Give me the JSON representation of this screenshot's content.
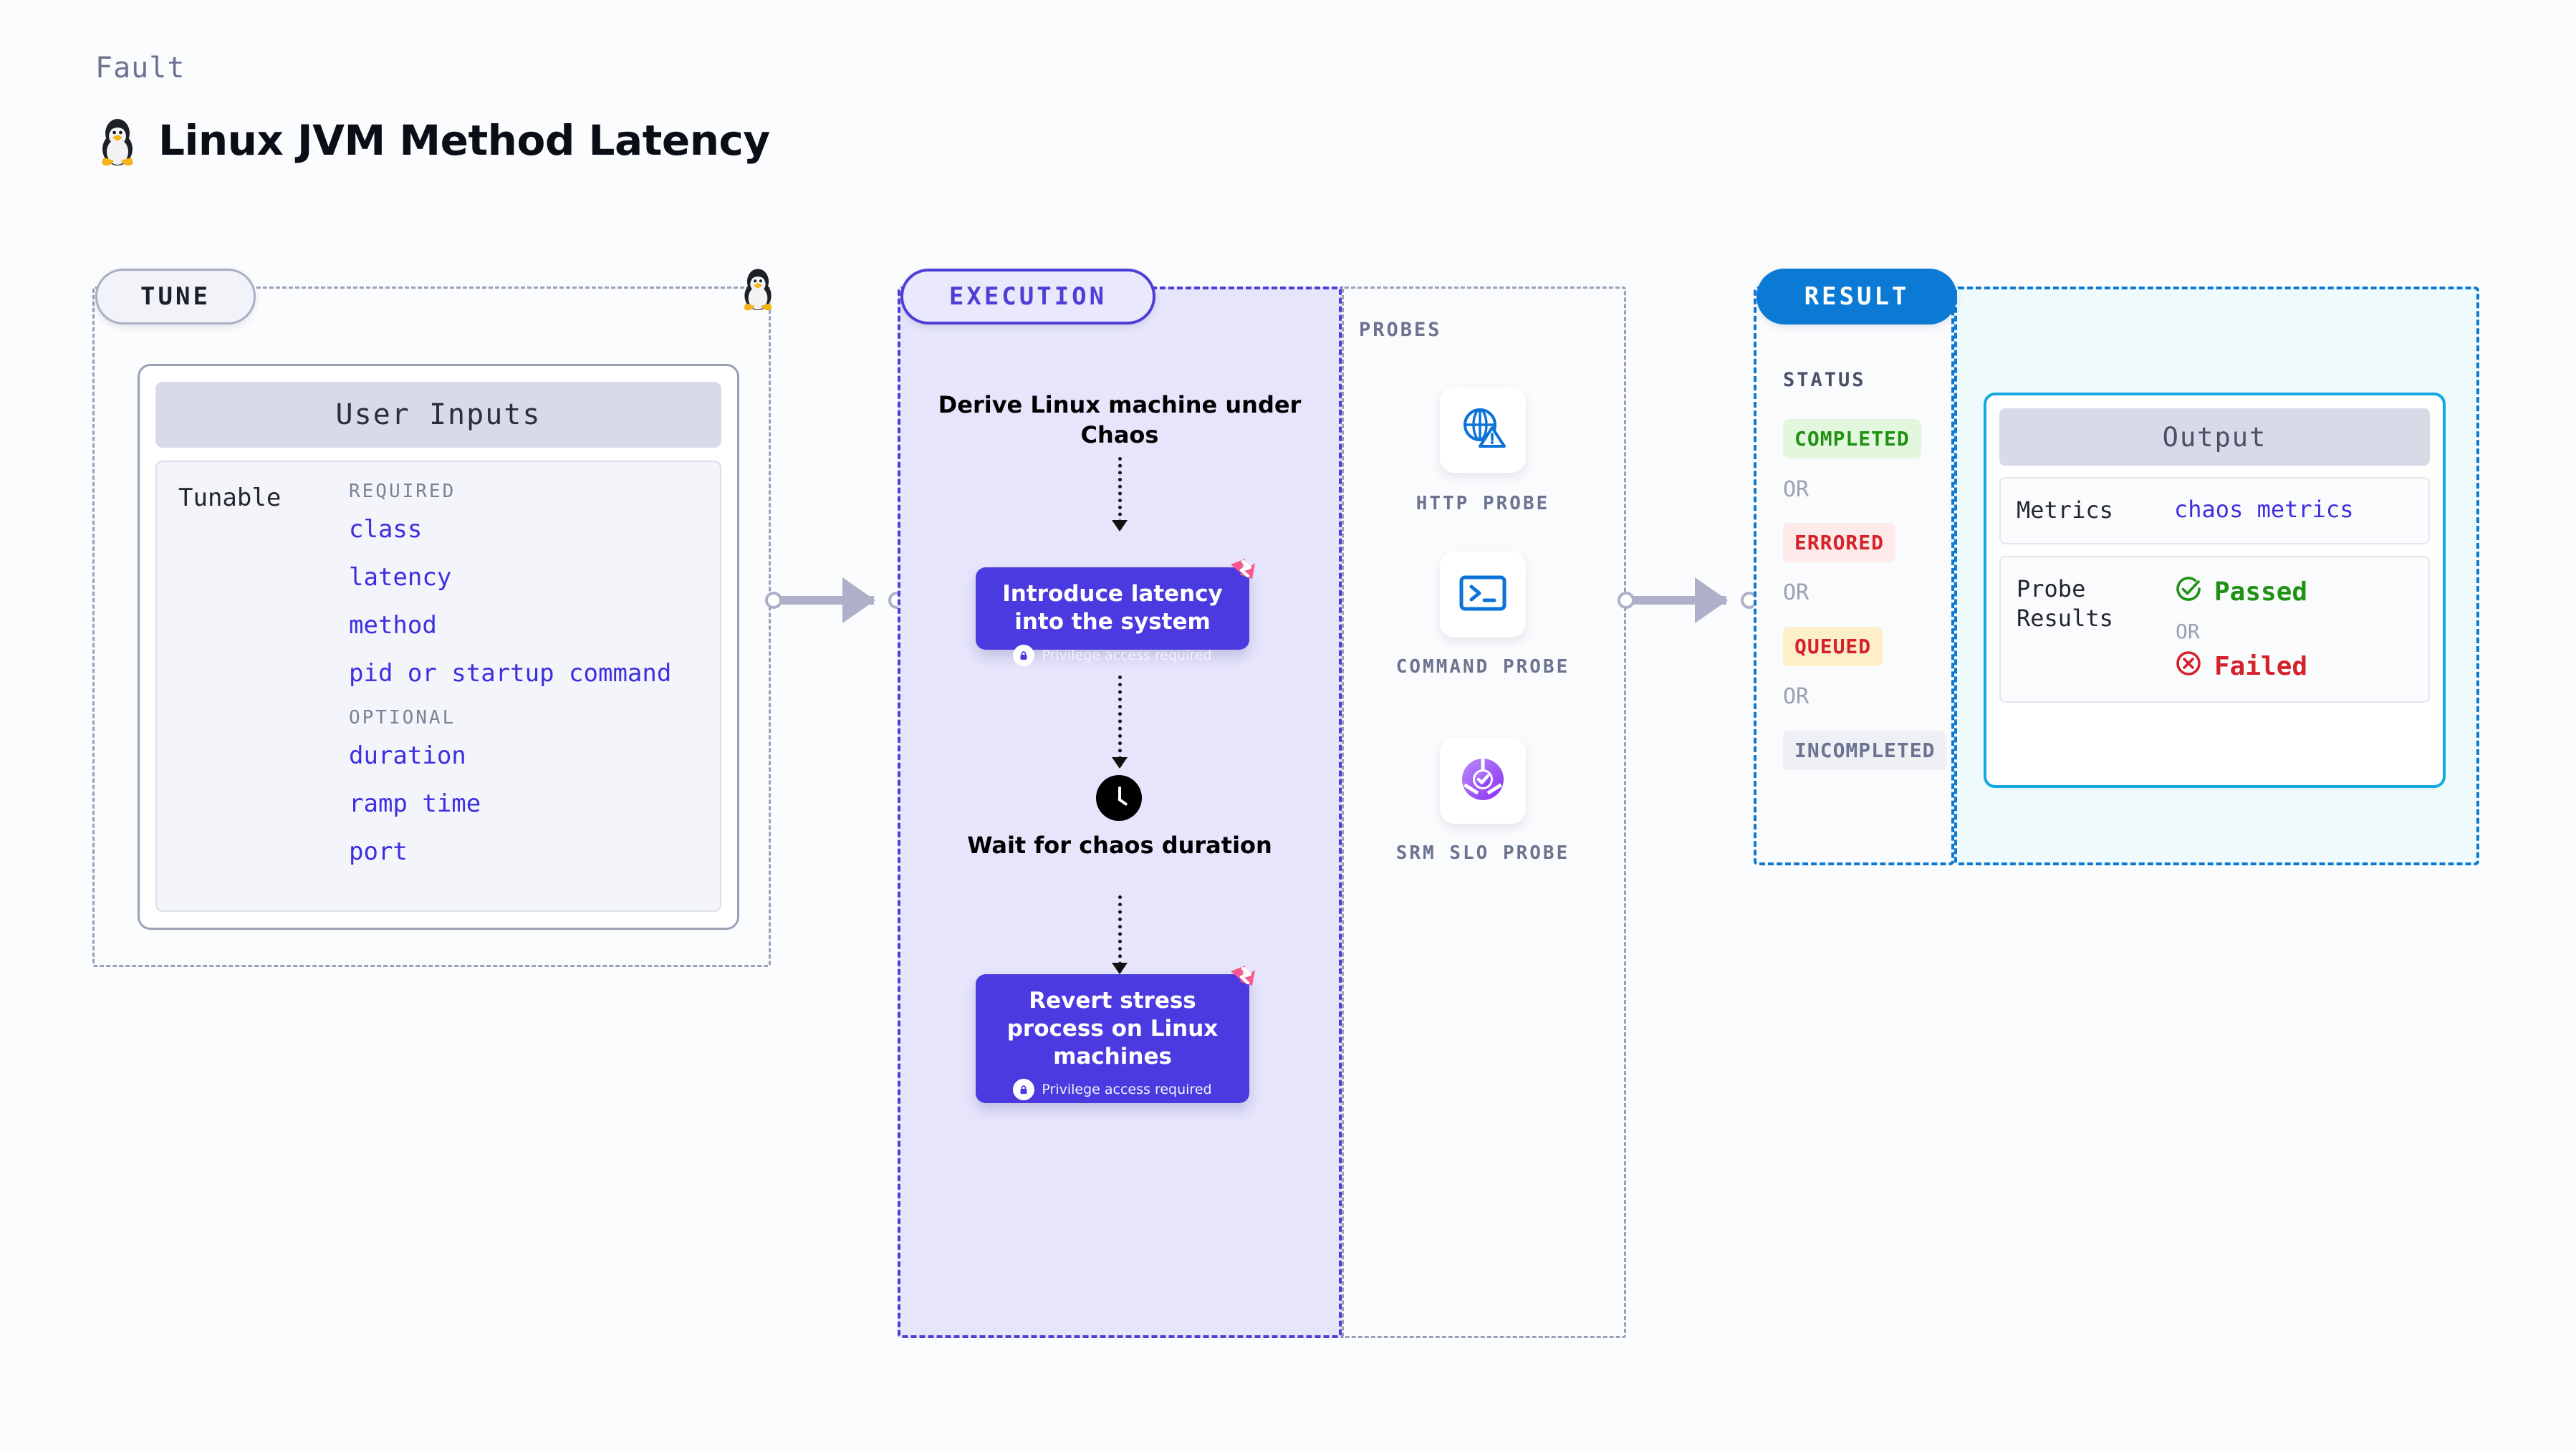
{
  "header": {
    "kicker": "Fault",
    "title": "Linux JVM Method Latency",
    "icon": "linux-tux-icon"
  },
  "tune": {
    "pill_label": "TUNE",
    "card_title": "User Inputs",
    "tunable_label": "Tunable",
    "required_label": "REQUIRED",
    "optional_label": "OPTIONAL",
    "required": [
      "class",
      "latency",
      "method",
      "pid or startup command"
    ],
    "optional": [
      "duration",
      "ramp time",
      "port"
    ]
  },
  "execution": {
    "pill_label": "EXECUTION",
    "derive_text": "Derive Linux machine under Chaos",
    "steps": [
      {
        "title": "Introduce latency into the system",
        "privilege": "Privilege access required",
        "badge": "litmus-logo-icon"
      },
      {
        "title": "Revert stress process on Linux machines",
        "privilege": "Privilege access required",
        "badge": "litmus-logo-icon"
      }
    ],
    "wait_text": "Wait for chaos duration",
    "wait_icon": "clock-icon"
  },
  "probes": {
    "section_label": "PROBES",
    "items": [
      {
        "name": "HTTP PROBE",
        "icon": "globe-warning-icon"
      },
      {
        "name": "COMMAND PROBE",
        "icon": "terminal-icon"
      },
      {
        "name": "SRM SLO PROBE",
        "icon": "slo-donut-check-icon"
      }
    ]
  },
  "result": {
    "pill_label": "RESULT",
    "status_label": "STATUS",
    "or_label": "OR",
    "statuses": [
      {
        "label": "COMPLETED",
        "color": "#1f9113",
        "bg": "#e2f7de"
      },
      {
        "label": "ERRORED",
        "color": "#d4212a",
        "bg": "#fdeaea"
      },
      {
        "label": "QUEUED",
        "color": "#d4212a",
        "bg": "#fdf0c9"
      },
      {
        "label": "INCOMPLETED",
        "color": "#6b7390",
        "bg": "#eef0f6"
      }
    ],
    "output": {
      "title": "Output",
      "metrics_label": "Metrics",
      "metrics_value": "chaos metrics",
      "probe_results_label": "Probe Results",
      "passed_label": "Passed",
      "failed_label": "Failed",
      "or_label": "OR"
    }
  },
  "colors": {
    "execution_accent": "#4b3fd6",
    "result_accent": "#0b7ad4",
    "output_accent": "#12a8e0",
    "tunable_text": "#3c2fe0",
    "chaos_box": "#4a3ae0",
    "litmus_pink": "#f8588f"
  }
}
